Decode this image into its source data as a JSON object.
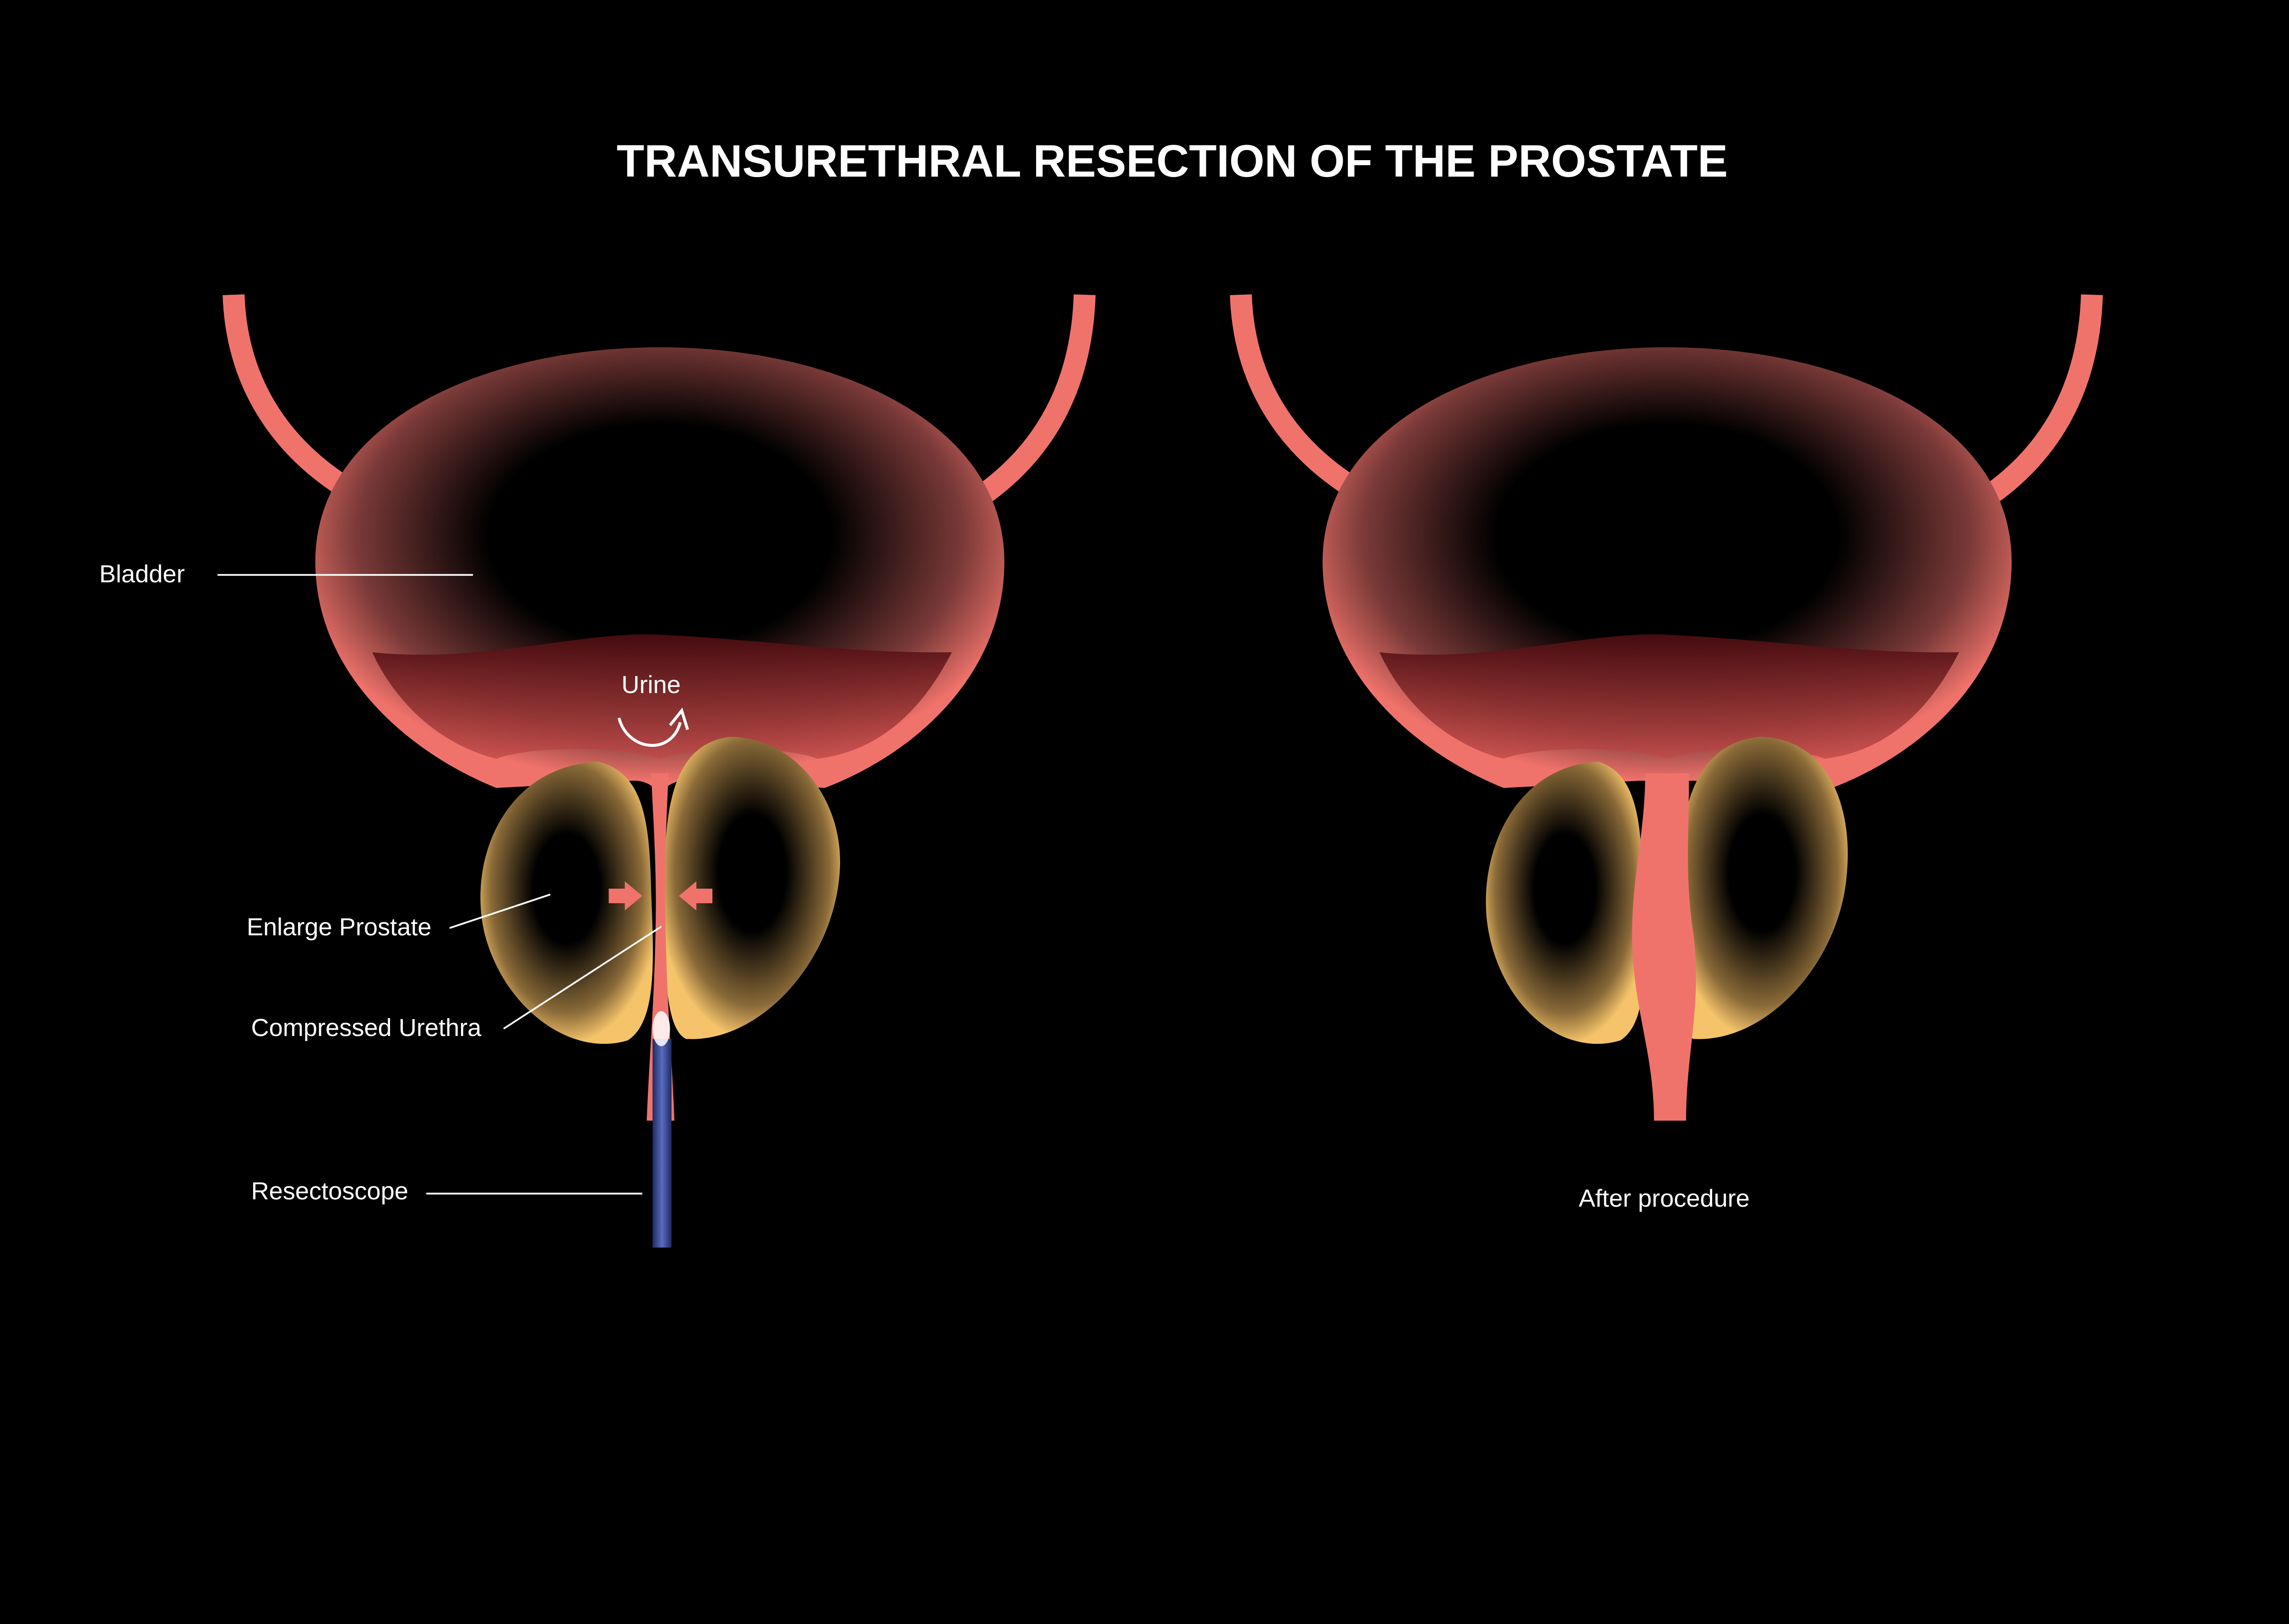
{
  "title": "TRANSURETHRAL RESECTION OF THE PROSTATE",
  "left_panel": {
    "labels": {
      "bladder": "Bladder",
      "urine": "Urine",
      "enlarge_prostate": "Enlarge Prostate",
      "compressed_urethra": "Compressed Urethra",
      "resectoscope": "Resectoscope"
    }
  },
  "right_panel": {
    "caption": "After procedure"
  },
  "colors": {
    "background": "#000000",
    "tissue": "#f0736b",
    "prostate": "#f5c46a",
    "urine": "#6b1518",
    "resectoscope": "#3b4c9a"
  }
}
